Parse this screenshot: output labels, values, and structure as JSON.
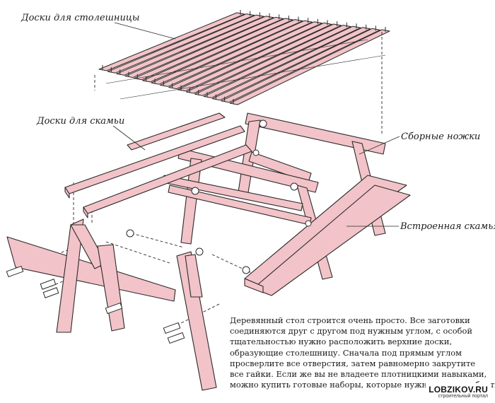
{
  "colors": {
    "wood": "#f2c3c8",
    "stroke": "#2a2a2a",
    "bolt": "#ffffff"
  },
  "labels": {
    "tabletop_boards": "Доски для столешницы",
    "bench_boards": "Доски для скамьи",
    "assembled_legs": "Сборные ножки",
    "built_in_bench": "Встроенная скамья"
  },
  "description": {
    "lines": [
      "Деревянный стол строится очень просто. Все заготовки",
      "соединяются друг с другом под нужным углом, с особой",
      "тщательностью нужно расположить верхние доски,",
      "образующие столешницу. Сначала под прямым углом",
      "просверлите все отверстия, затем равномерно закрутите",
      "все гайки. Если же вы не владеете плотницкими навыками,",
      "можно купить готовые наборы, которые нужно только собрать."
    ]
  },
  "logo": {
    "name": "LOBZIKOV.RU",
    "subtitle": "строительный портал"
  }
}
